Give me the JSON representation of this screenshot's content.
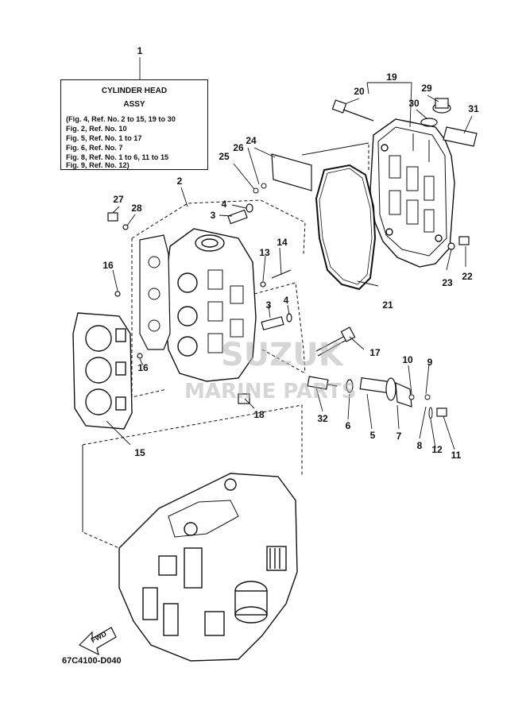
{
  "title_box": {
    "ref_number": "1",
    "title_line1": "CYLINDER HEAD",
    "title_line2": "ASSY",
    "refs": [
      "(Fig. 4, Ref. No. 2 to 15, 19 to 30",
      "Fig. 2, Ref. No. 10",
      "Fig. 5, Ref. No. 1 to 17",
      "Fig. 6, Ref. No. 7",
      "Fig. 8, Ref. No. 1 to 6, 11 to 15",
      "Fig. 9, Ref. No. 12)"
    ]
  },
  "callouts": [
    "1",
    "2",
    "3",
    "3",
    "4",
    "4",
    "5",
    "6",
    "7",
    "8",
    "9",
    "10",
    "11",
    "12",
    "13",
    "14",
    "15",
    "16",
    "16",
    "17",
    "18",
    "19",
    "20",
    "21",
    "22",
    "23",
    "24",
    "25",
    "26",
    "27",
    "28",
    "29",
    "30",
    "31",
    "32"
  ],
  "fwd_label": "FWD",
  "drawing_code": "67C4100-D040",
  "watermark": {
    "line1": "SUZUK",
    "line2": "MARINE PARTS"
  }
}
